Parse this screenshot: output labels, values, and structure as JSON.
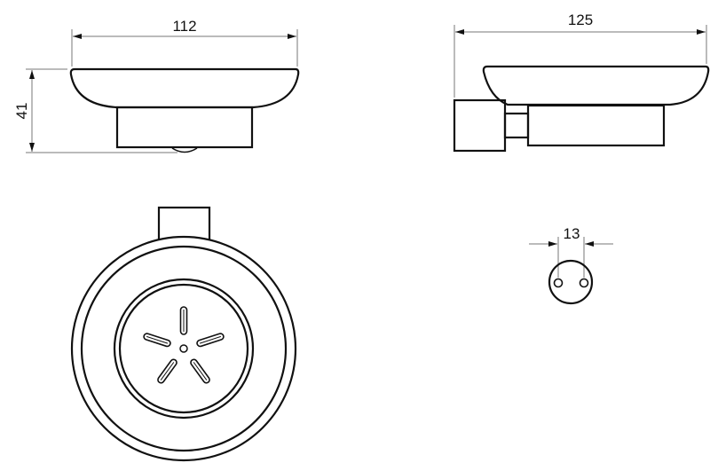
{
  "drawing": {
    "front_view": {
      "width_dimension": "112",
      "height_dimension": "41"
    },
    "side_view": {
      "depth_dimension": "125"
    },
    "top_view": {
      "drain_slots": 5
    },
    "mounting_plate": {
      "hole_spacing_dimension": "13"
    },
    "line_color": "#111111",
    "dimension_line_color": "#777777"
  }
}
